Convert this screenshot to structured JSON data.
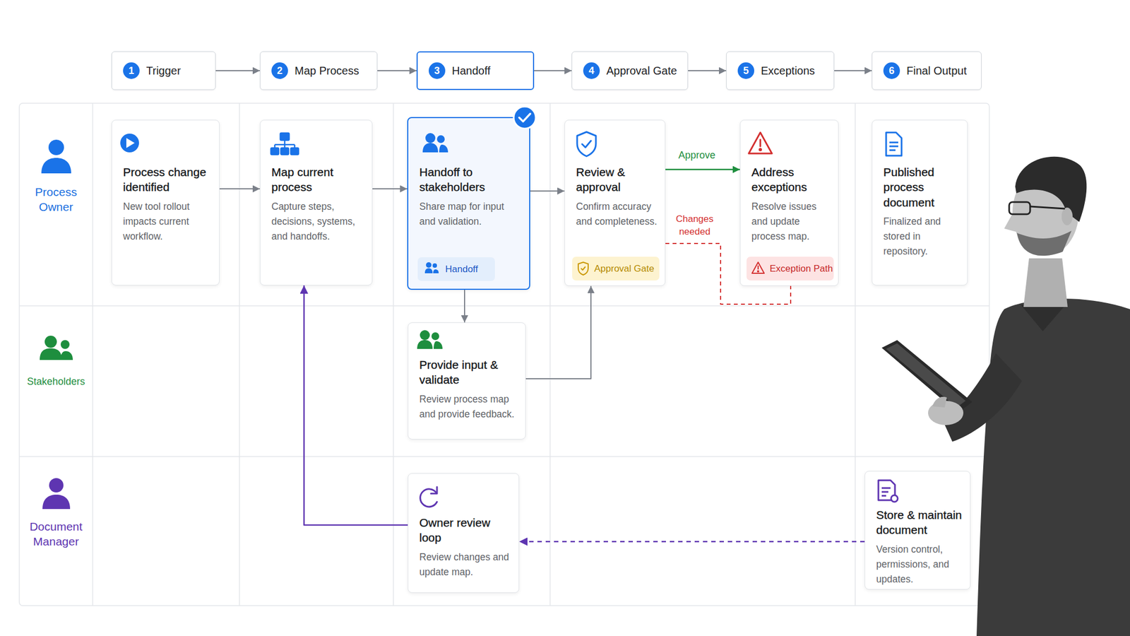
{
  "diagram": {
    "nodes": [
      {
        "text": [
          "1",
          "Trigger"
        ]
      },
      {
        "text": [
          "2",
          "Map Process"
        ]
      },
      {
        "text": [
          "3",
          "Handoff"
        ]
      },
      {
        "text": [
          "4",
          "Approval Gate"
        ]
      },
      {
        "text": [
          "5",
          "Exceptions"
        ]
      },
      {
        "text": [
          "6",
          "Final Output"
        ]
      },
      {
        "text": [
          "Process Owner"
        ]
      },
      {
        "text": [
          "Process change identified",
          "New tool rollout impacts current workflow."
        ],
        "in": 6
      },
      {
        "text": [
          "Map current process",
          "Capture steps, decisions, systems, and handoffs."
        ],
        "in": 6
      },
      {
        "text": [
          "Handoff to stakeholders",
          "Share map for input and validation."
        ],
        "in": 6
      },
      {
        "text": [
          "Handoff"
        ],
        "in": 9
      },
      {
        "text": [
          "Review & approval",
          "Confirm accuracy and completeness."
        ],
        "in": 6
      },
      {
        "text": [
          "Approval Gate"
        ],
        "in": 11
      },
      {
        "text": [
          "Address exceptions",
          "Resolve issues and update process map."
        ],
        "in": 6
      },
      {
        "text": [
          "Exception Path"
        ],
        "in": 13
      },
      {
        "text": [
          "Published process document",
          "Finalized and stored in repository."
        ],
        "in": 6
      },
      {
        "text": [
          "Stakeholders"
        ]
      },
      {
        "text": [
          "Provide input & validate",
          "Review process map and provide feedback."
        ],
        "in": 16
      },
      {
        "text": [
          "Document Manager"
        ]
      },
      {
        "text": [
          "Owner review loop",
          "Review changes and update map."
        ],
        "in": 18
      },
      {
        "text": [
          "Store & maintain document",
          "Version control, permissions, and updates."
        ],
        "in": 18
      }
    ],
    "edges": [
      {
        "from": 0,
        "to": 1,
        "arrow": "to"
      },
      {
        "from": 1,
        "to": 2,
        "arrow": "to"
      },
      {
        "from": 2,
        "to": 3,
        "arrow": "to"
      },
      {
        "from": 3,
        "to": 4,
        "arrow": "to"
      },
      {
        "from": 4,
        "to": 5,
        "arrow": "to"
      },
      {
        "from": 7,
        "to": 8,
        "arrow": "to"
      },
      {
        "from": 8,
        "to": 9,
        "arrow": "to"
      },
      {
        "from": 9,
        "to": 11,
        "arrow": "to"
      },
      {
        "from": 9,
        "to": 17,
        "arrow": "to"
      },
      {
        "from": 17,
        "to": 11,
        "arrow": "to"
      },
      {
        "from": 11,
        "to": 13,
        "label": "Approve",
        "arrow": "to"
      },
      {
        "from": 11,
        "to": 13,
        "label": "Changes needed",
        "arrow": "none"
      },
      {
        "from": 19,
        "to": 8,
        "arrow": "to"
      },
      {
        "from": 20,
        "to": 19,
        "arrow": "to"
      }
    ]
  }
}
